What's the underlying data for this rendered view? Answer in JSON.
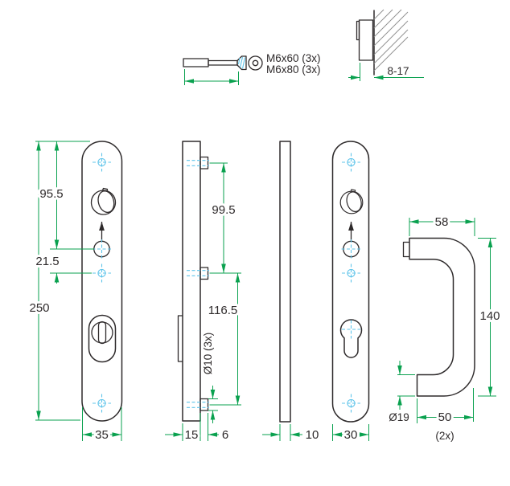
{
  "colors": {
    "ink": "#2e2a2b",
    "dim": "#0aa14f",
    "centerline": "#5fc4ea",
    "hatch": "#8d8d8d"
  },
  "drawing": {
    "fastener": {
      "label_line1": "M6x60 (3x)",
      "label_line2": "M6x80 (3x)"
    },
    "door_section": {
      "grip_range": "8-17"
    },
    "inner_plate_front": {
      "total_height": "250",
      "top_to_lever": "95.5",
      "lever_to_screw": "21.5",
      "width": "35"
    },
    "inner_plate_side": {
      "upper_span": "99.5",
      "lower_span": "116.5",
      "boss_diameter": "Ø10 (3x)",
      "thickness": "15",
      "boss_height": "6"
    },
    "outer_plate_side": {
      "thickness": "10"
    },
    "outer_plate_front": {
      "width": "30"
    },
    "pull_handle": {
      "projection": "58",
      "length": "140",
      "tube_diameter": "Ø19",
      "base_width": "50",
      "quantity": "(2x)"
    }
  }
}
